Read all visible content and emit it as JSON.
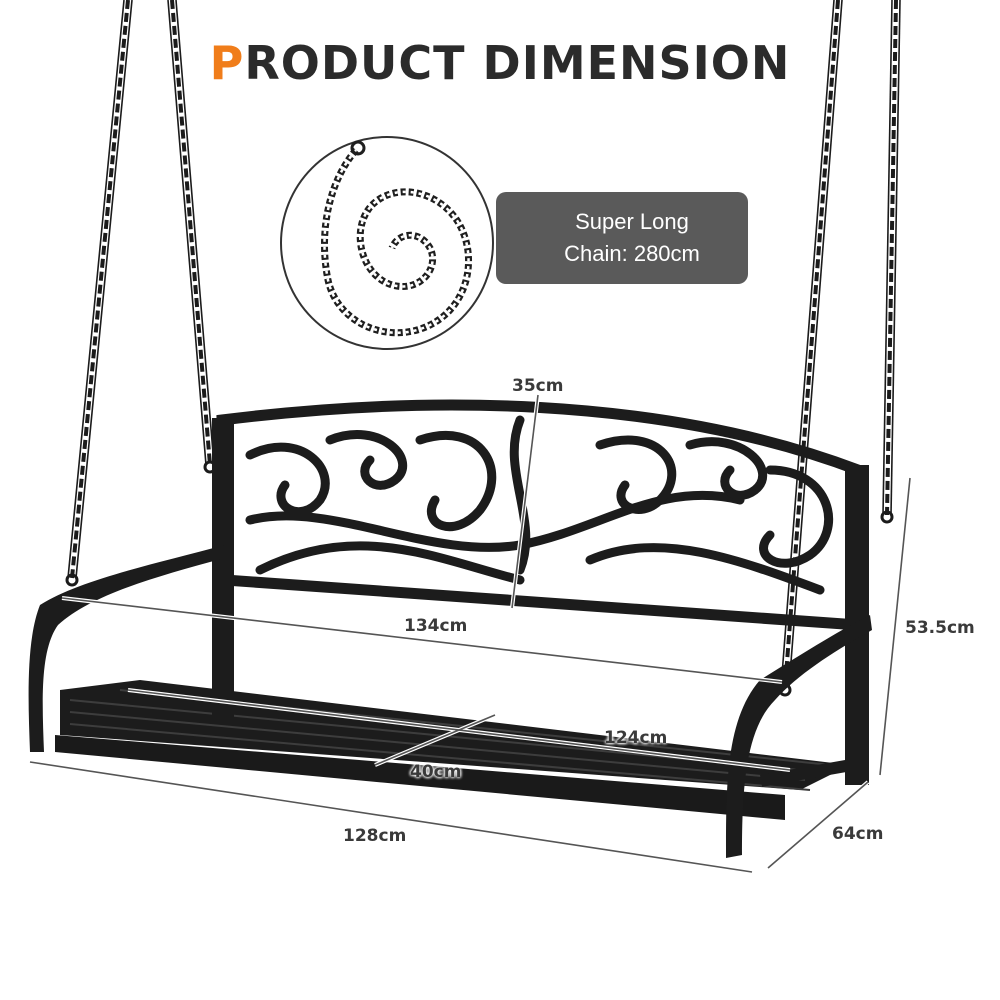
{
  "title": {
    "first_letter": "P",
    "rest": "RODUCT DIMENSION",
    "accent_color": "#f07d1a"
  },
  "callout": {
    "line1": "Super Long",
    "line2": "Chain: 280cm"
  },
  "dimensions": {
    "backrest_height": "35cm",
    "bench_length": "134cm",
    "total_height": "53.5cm",
    "seat_width": "124cm",
    "seat_depth": "40cm",
    "base_length": "128cm",
    "total_depth": "64cm"
  },
  "product": "chain-hung porch swing bench with scroll backrest"
}
